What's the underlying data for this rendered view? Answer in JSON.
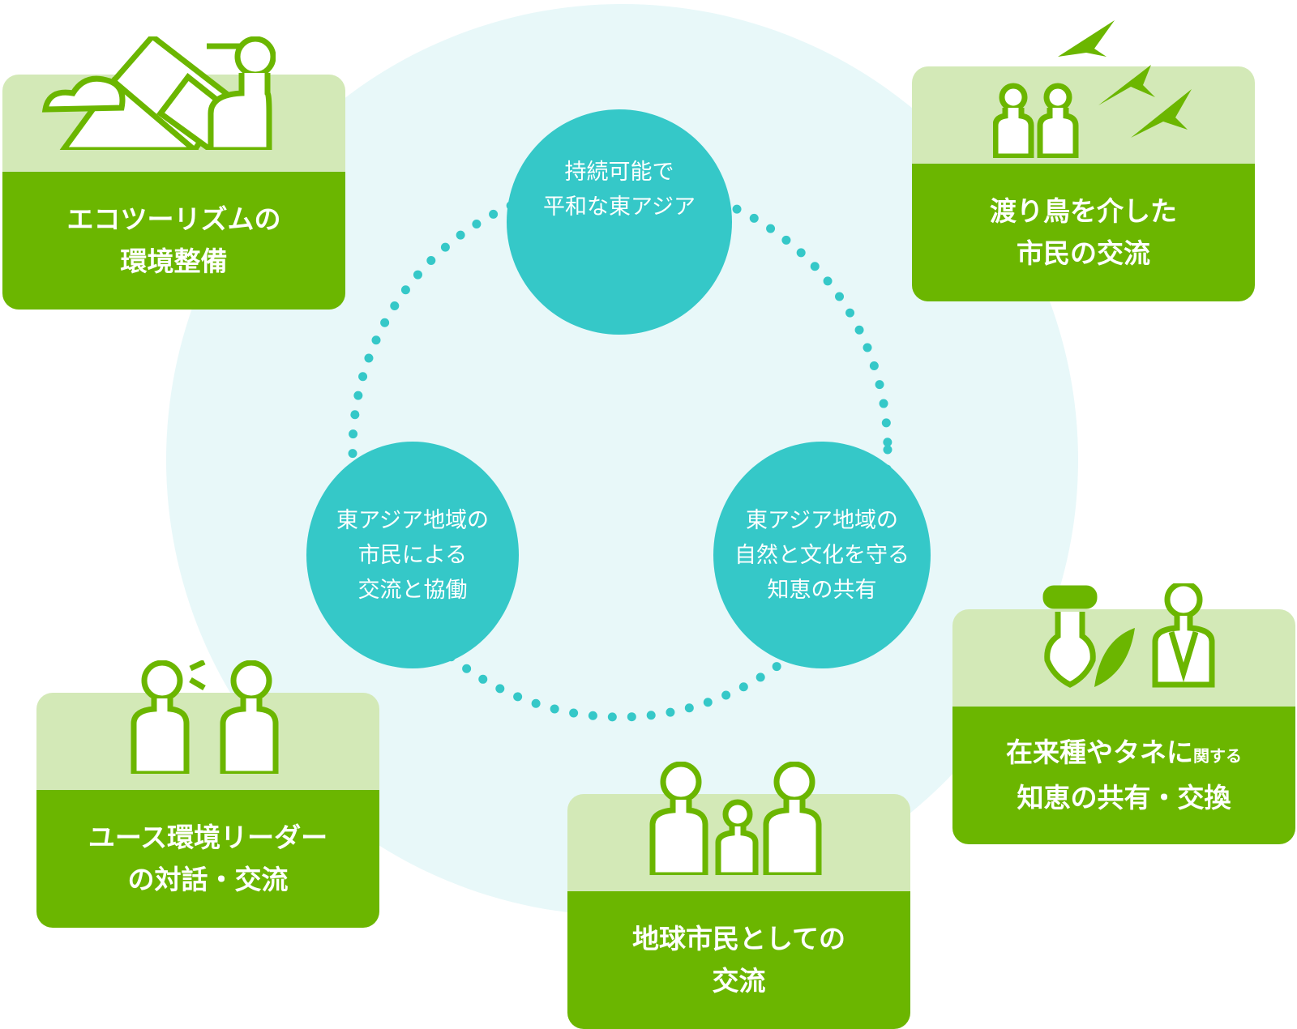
{
  "diagram": {
    "colors": {
      "core": "#35c8c8",
      "background_circle": "#e8f8f9",
      "card_top": "#d3e9b7",
      "card_bottom": "#6bb600",
      "icon_stroke": "#6bb600"
    },
    "core_circles": [
      {
        "id": "peace",
        "label": "持続可能で\n平和な東アジア"
      },
      {
        "id": "citizens",
        "label": "東アジア地域の\n市民による\n交流と協働"
      },
      {
        "id": "nature",
        "label": "東アジア地域の\n自然と文化を守る\n知恵の共有"
      }
    ],
    "cards": [
      {
        "id": "ecotourism",
        "line1": "エコツーリズムの",
        "line2": "環境整備",
        "icon": "mountain-hiker-icon"
      },
      {
        "id": "birds",
        "line1": "渡り鳥を介した",
        "line2": "市民の交流",
        "icon": "people-birds-icon"
      },
      {
        "id": "seeds",
        "line1": "在来種やタネに",
        "line1_small": "関する",
        "line2": "知恵の共有・交換",
        "icon": "turnip-seed-person-icon"
      },
      {
        "id": "global",
        "line1": "地球市民としての",
        "line2": "交流",
        "icon": "family-icon"
      },
      {
        "id": "youth",
        "line1": "ユース環境リーダー",
        "line2": "の対話・交流",
        "icon": "dialogue-icon"
      }
    ]
  }
}
